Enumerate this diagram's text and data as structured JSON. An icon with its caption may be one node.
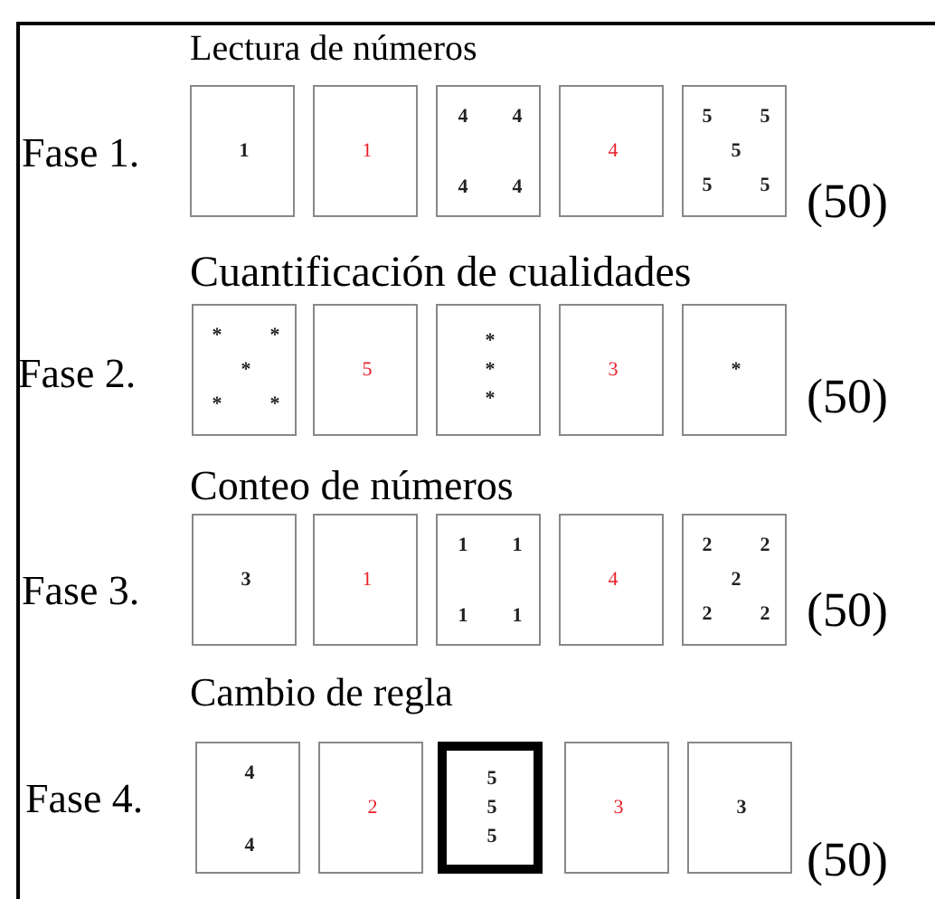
{
  "diagram": {
    "nodes": [
      {
        "text": [
          "1"
        ]
      },
      {
        "text": [
          "1"
        ]
      },
      {
        "text": [
          "4",
          "4",
          "4",
          "4"
        ]
      },
      {
        "text": [
          "4"
        ]
      },
      {
        "text": [
          "5",
          "5",
          "5",
          "5",
          "5"
        ]
      },
      {
        "text": [
          "*",
          "*",
          "*",
          "*",
          "*"
        ]
      },
      {
        "text": [
          "5"
        ]
      },
      {
        "text": [
          "*",
          "*",
          "*"
        ]
      },
      {
        "text": [
          "3"
        ]
      },
      {
        "text": [
          "*"
        ]
      },
      {
        "text": [
          "3"
        ]
      },
      {
        "text": [
          "1"
        ]
      },
      {
        "text": [
          "1",
          "1",
          "1",
          "1"
        ]
      },
      {
        "text": [
          "4"
        ]
      },
      {
        "text": [
          "2",
          "2",
          "2",
          "2",
          "2"
        ]
      },
      {
        "text": [
          "4",
          "4"
        ]
      },
      {
        "text": [
          "2"
        ]
      },
      {
        "text": [
          "5",
          "5",
          "5"
        ]
      },
      {
        "text": [
          "3"
        ]
      },
      {
        "text": [
          "3"
        ]
      }
    ],
    "labels": [
      "Lectura de números",
      "Fase 1.",
      "(50)",
      "Cuantificación de cualidades",
      "Fase 2.",
      "(50)",
      "Conteo de números",
      "Fase 3.",
      "(50)",
      "Cambio de regla",
      "Fase 4.",
      "(50)"
    ]
  }
}
